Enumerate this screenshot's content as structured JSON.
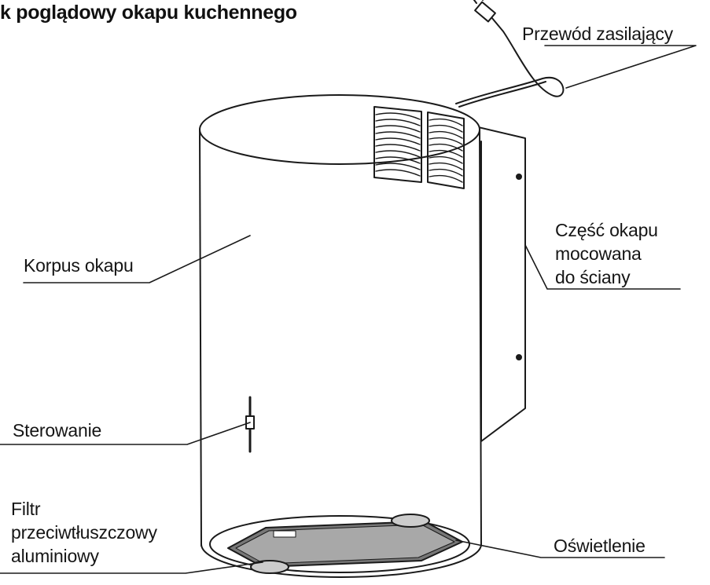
{
  "title": "k poglądowy okapu kuchennego",
  "labels": {
    "cord": "Przewód zasilający",
    "body": "Korpus okapu",
    "wall_part": [
      "Część okapu",
      "mocowana",
      "do ściany"
    ],
    "controls": "Sterowanie",
    "filter": [
      "Filtr",
      "przeciwtłuszczowy",
      "aluminiowy"
    ],
    "lighting": "Oświetlenie"
  },
  "colors": {
    "line": "#1a1a1a",
    "text": "#151515",
    "background": "#ffffff"
  }
}
